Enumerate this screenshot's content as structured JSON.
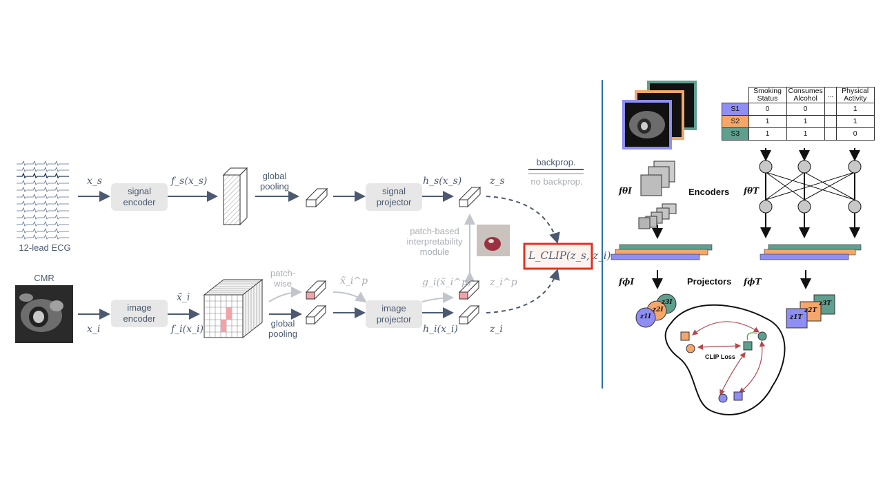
{
  "left": {
    "ecg_label": "12-lead ECG",
    "cmr_label": "CMR",
    "signal_encoder": "signal encoder",
    "image_encoder": "image encoder",
    "signal_projector": "signal projector",
    "image_projector": "image projector",
    "global_pooling_top": "global pooling",
    "global_pooling_bottom": "global pooling",
    "patch_wise": "patch-wise",
    "patch_module": "patch-based interpretability module",
    "backprop": "backprop.",
    "no_backprop": "no backprop.",
    "loss": "L_CLIP(z_s, z_i)",
    "math": {
      "xs": "x_s",
      "fs": "f_s(x_s)",
      "hs": "h_s(x_s)",
      "zs": "z_s",
      "xi": "x_i",
      "xi_tilde": "x̃_i",
      "fi": "f_i(x_i)",
      "xip": "x̃_i^p",
      "gi": "g_i(x̃_i^p)",
      "zip": "z_i^p",
      "hi": "h_i(x_i)",
      "zi": "z_i"
    },
    "colors": {
      "dark": "#4b5a70",
      "gray": "#a9aeb5",
      "box": "#e7e7e7",
      "highlight": "#f2a3a8",
      "loss_border": "#e0321f"
    }
  },
  "right": {
    "table": {
      "headers": [
        "Smoking Status",
        "Consumes Alcohol",
        "...",
        "Physical Activity"
      ],
      "rows": [
        {
          "id": "S1",
          "values": [
            "0",
            "0",
            "",
            "1"
          ],
          "color": "#8e8ef5"
        },
        {
          "id": "S2",
          "values": [
            "1",
            "1",
            "",
            "1"
          ],
          "color": "#f5a76b"
        },
        {
          "id": "S3",
          "values": [
            "1",
            "1",
            "",
            "0"
          ],
          "color": "#5e9f8f"
        }
      ]
    },
    "encoders_label": "Encoders",
    "projectors_label": "Projectors",
    "clip_loss_label": "CLIP Loss",
    "f_theta_I": "fθI",
    "f_theta_T": "fθT",
    "f_phi_I": "fϕI",
    "f_phi_T": "fϕT",
    "z_image": [
      "z1I",
      "z2I",
      "z3I"
    ],
    "z_text": [
      "z1T",
      "z2T",
      "z3T"
    ],
    "colors": {
      "purple": "#8e8ef5",
      "orange": "#f5a76b",
      "green": "#5e9f8f",
      "divider": "#2f6f9f",
      "loss_arrow": "#b5474f"
    }
  }
}
